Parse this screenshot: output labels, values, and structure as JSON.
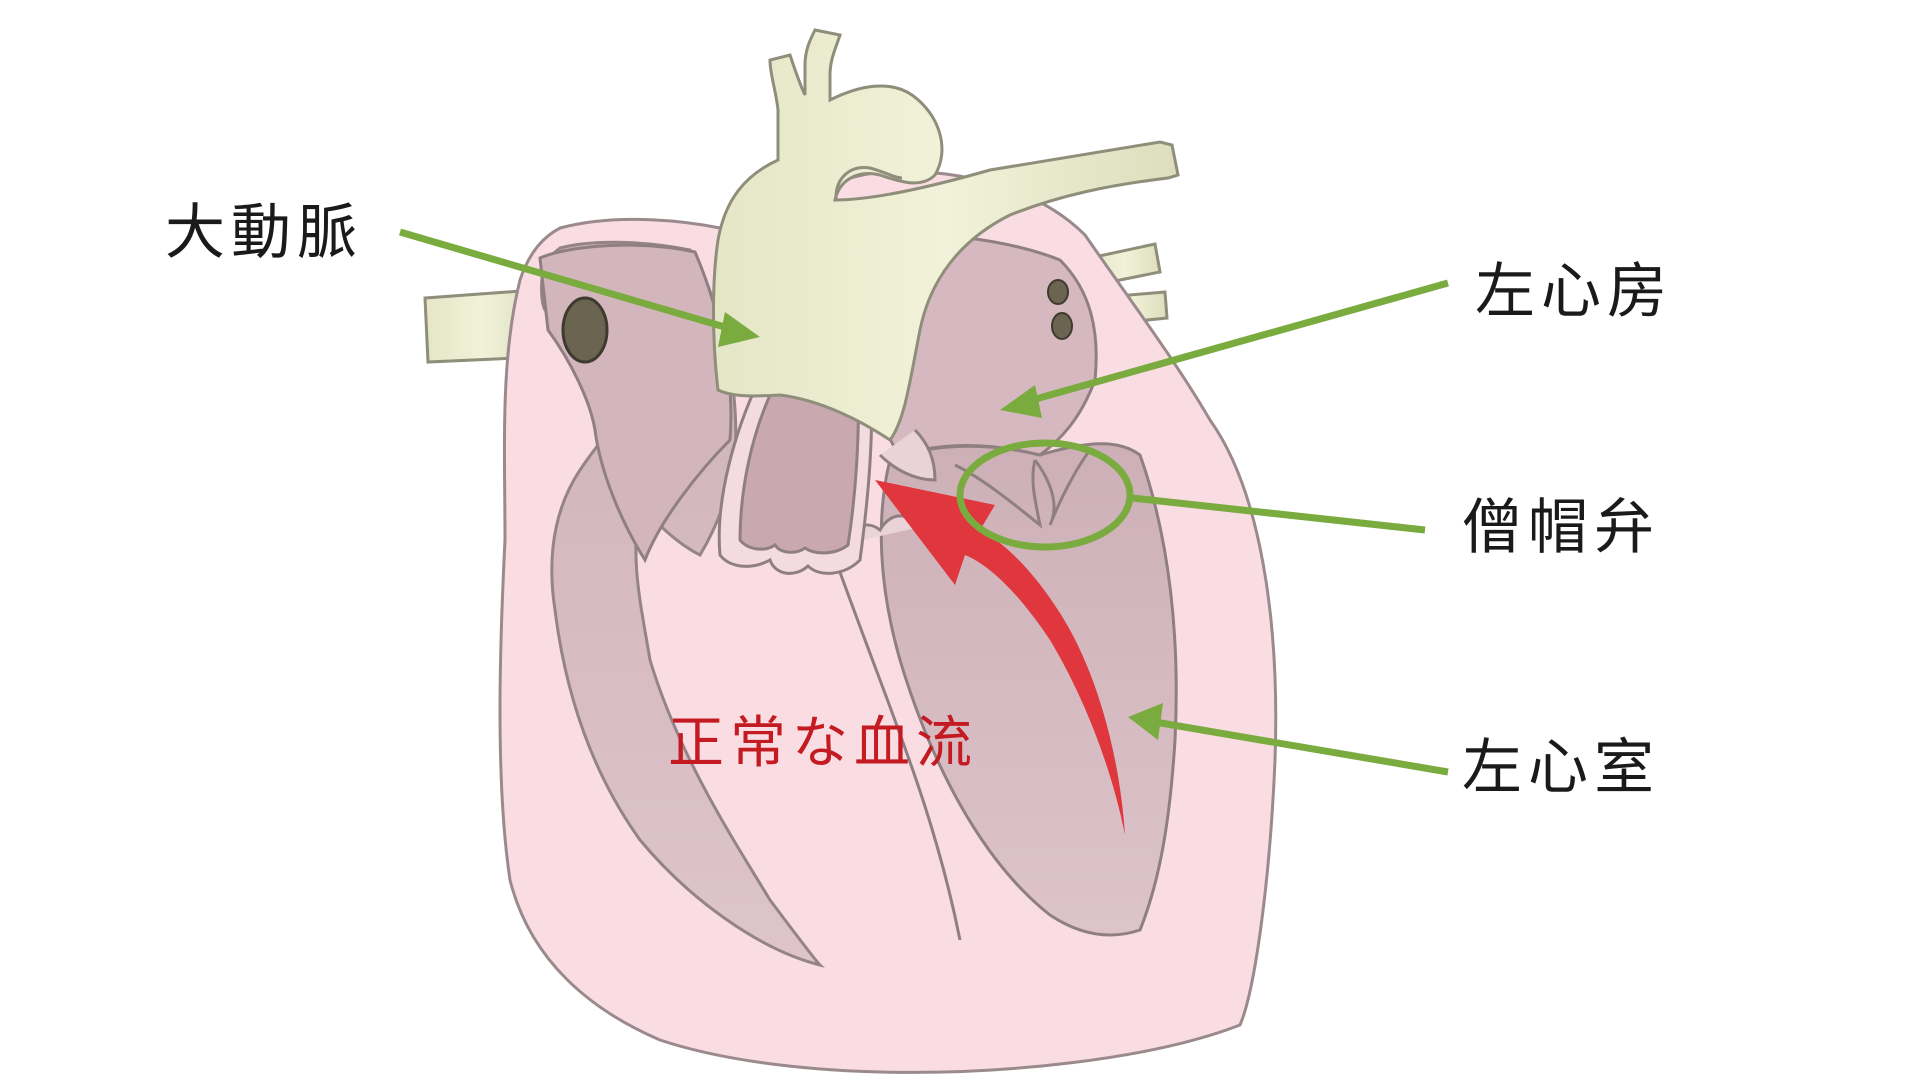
{
  "labels": {
    "aorta": "大動脈",
    "left_atrium": "左心房",
    "mitral_valve": "僧帽弁",
    "left_ventricle": "左心室",
    "normal_flow": "正常な血流"
  },
  "colors": {
    "pointer": "#7aab3f",
    "flow": "#e0363d",
    "flow_text": "#c41b22",
    "label_text": "#1a1a1a",
    "heart_wall": "#f9dde2",
    "heart_outline": "#9b8a8d",
    "chamber": "#d9bcc3",
    "vessel": "#ecedcf",
    "vessel_outline": "#8e8e7a"
  }
}
